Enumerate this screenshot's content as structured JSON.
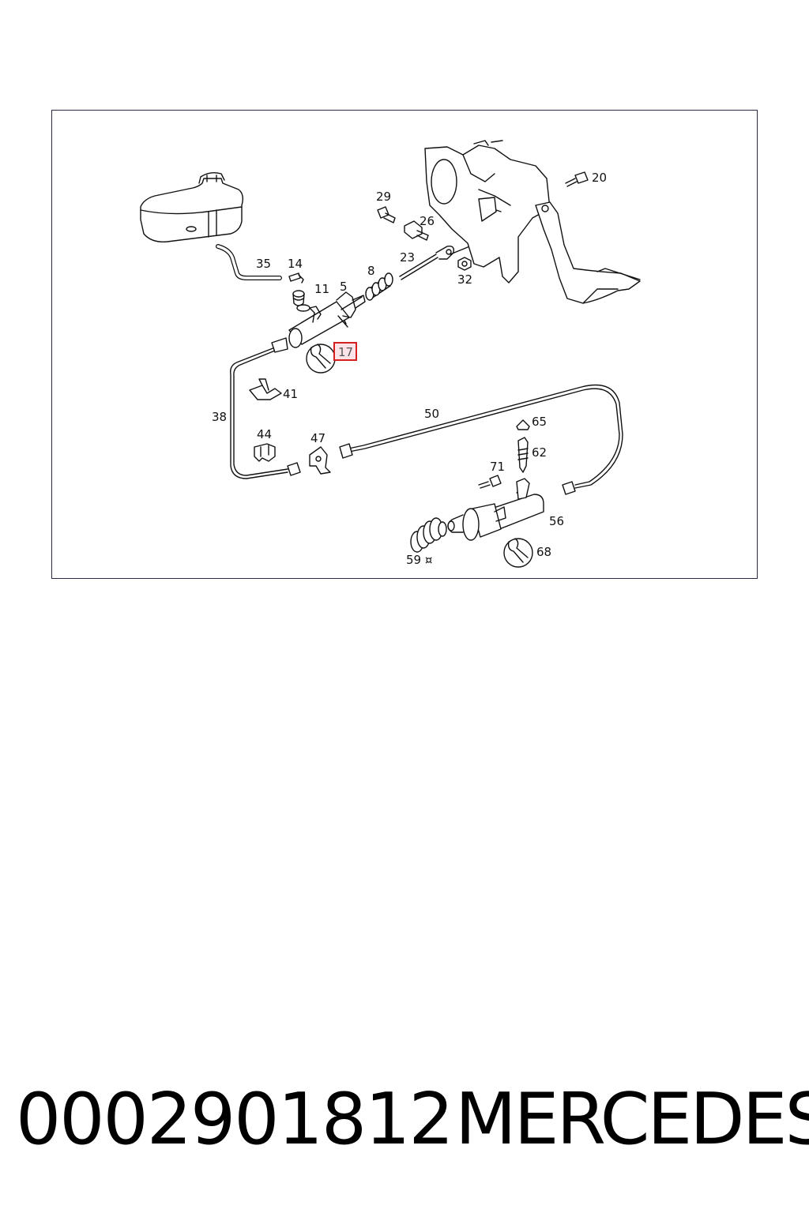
{
  "diagram": {
    "callouts": [
      {
        "id": "20",
        "label": "20"
      },
      {
        "id": "29",
        "label": "29"
      },
      {
        "id": "26",
        "label": "26"
      },
      {
        "id": "35",
        "label": "35"
      },
      {
        "id": "14",
        "label": "14"
      },
      {
        "id": "11",
        "label": "11"
      },
      {
        "id": "5",
        "label": "5"
      },
      {
        "id": "8",
        "label": "8"
      },
      {
        "id": "23",
        "label": "23"
      },
      {
        "id": "32",
        "label": "32"
      },
      {
        "id": "17",
        "label": "17",
        "highlighted": true
      },
      {
        "id": "41",
        "label": "41"
      },
      {
        "id": "38",
        "label": "38"
      },
      {
        "id": "50",
        "label": "50"
      },
      {
        "id": "65",
        "label": "65"
      },
      {
        "id": "44",
        "label": "44"
      },
      {
        "id": "47",
        "label": "47"
      },
      {
        "id": "62",
        "label": "62"
      },
      {
        "id": "71",
        "label": "71"
      },
      {
        "id": "56",
        "label": "56"
      },
      {
        "id": "68",
        "label": "68"
      },
      {
        "id": "59",
        "label": "59 ¤"
      }
    ],
    "highlight_color": "#d62020",
    "line_color": "#111111"
  },
  "footer": {
    "part_number": "0002901812",
    "brand": "MERCEDES"
  }
}
